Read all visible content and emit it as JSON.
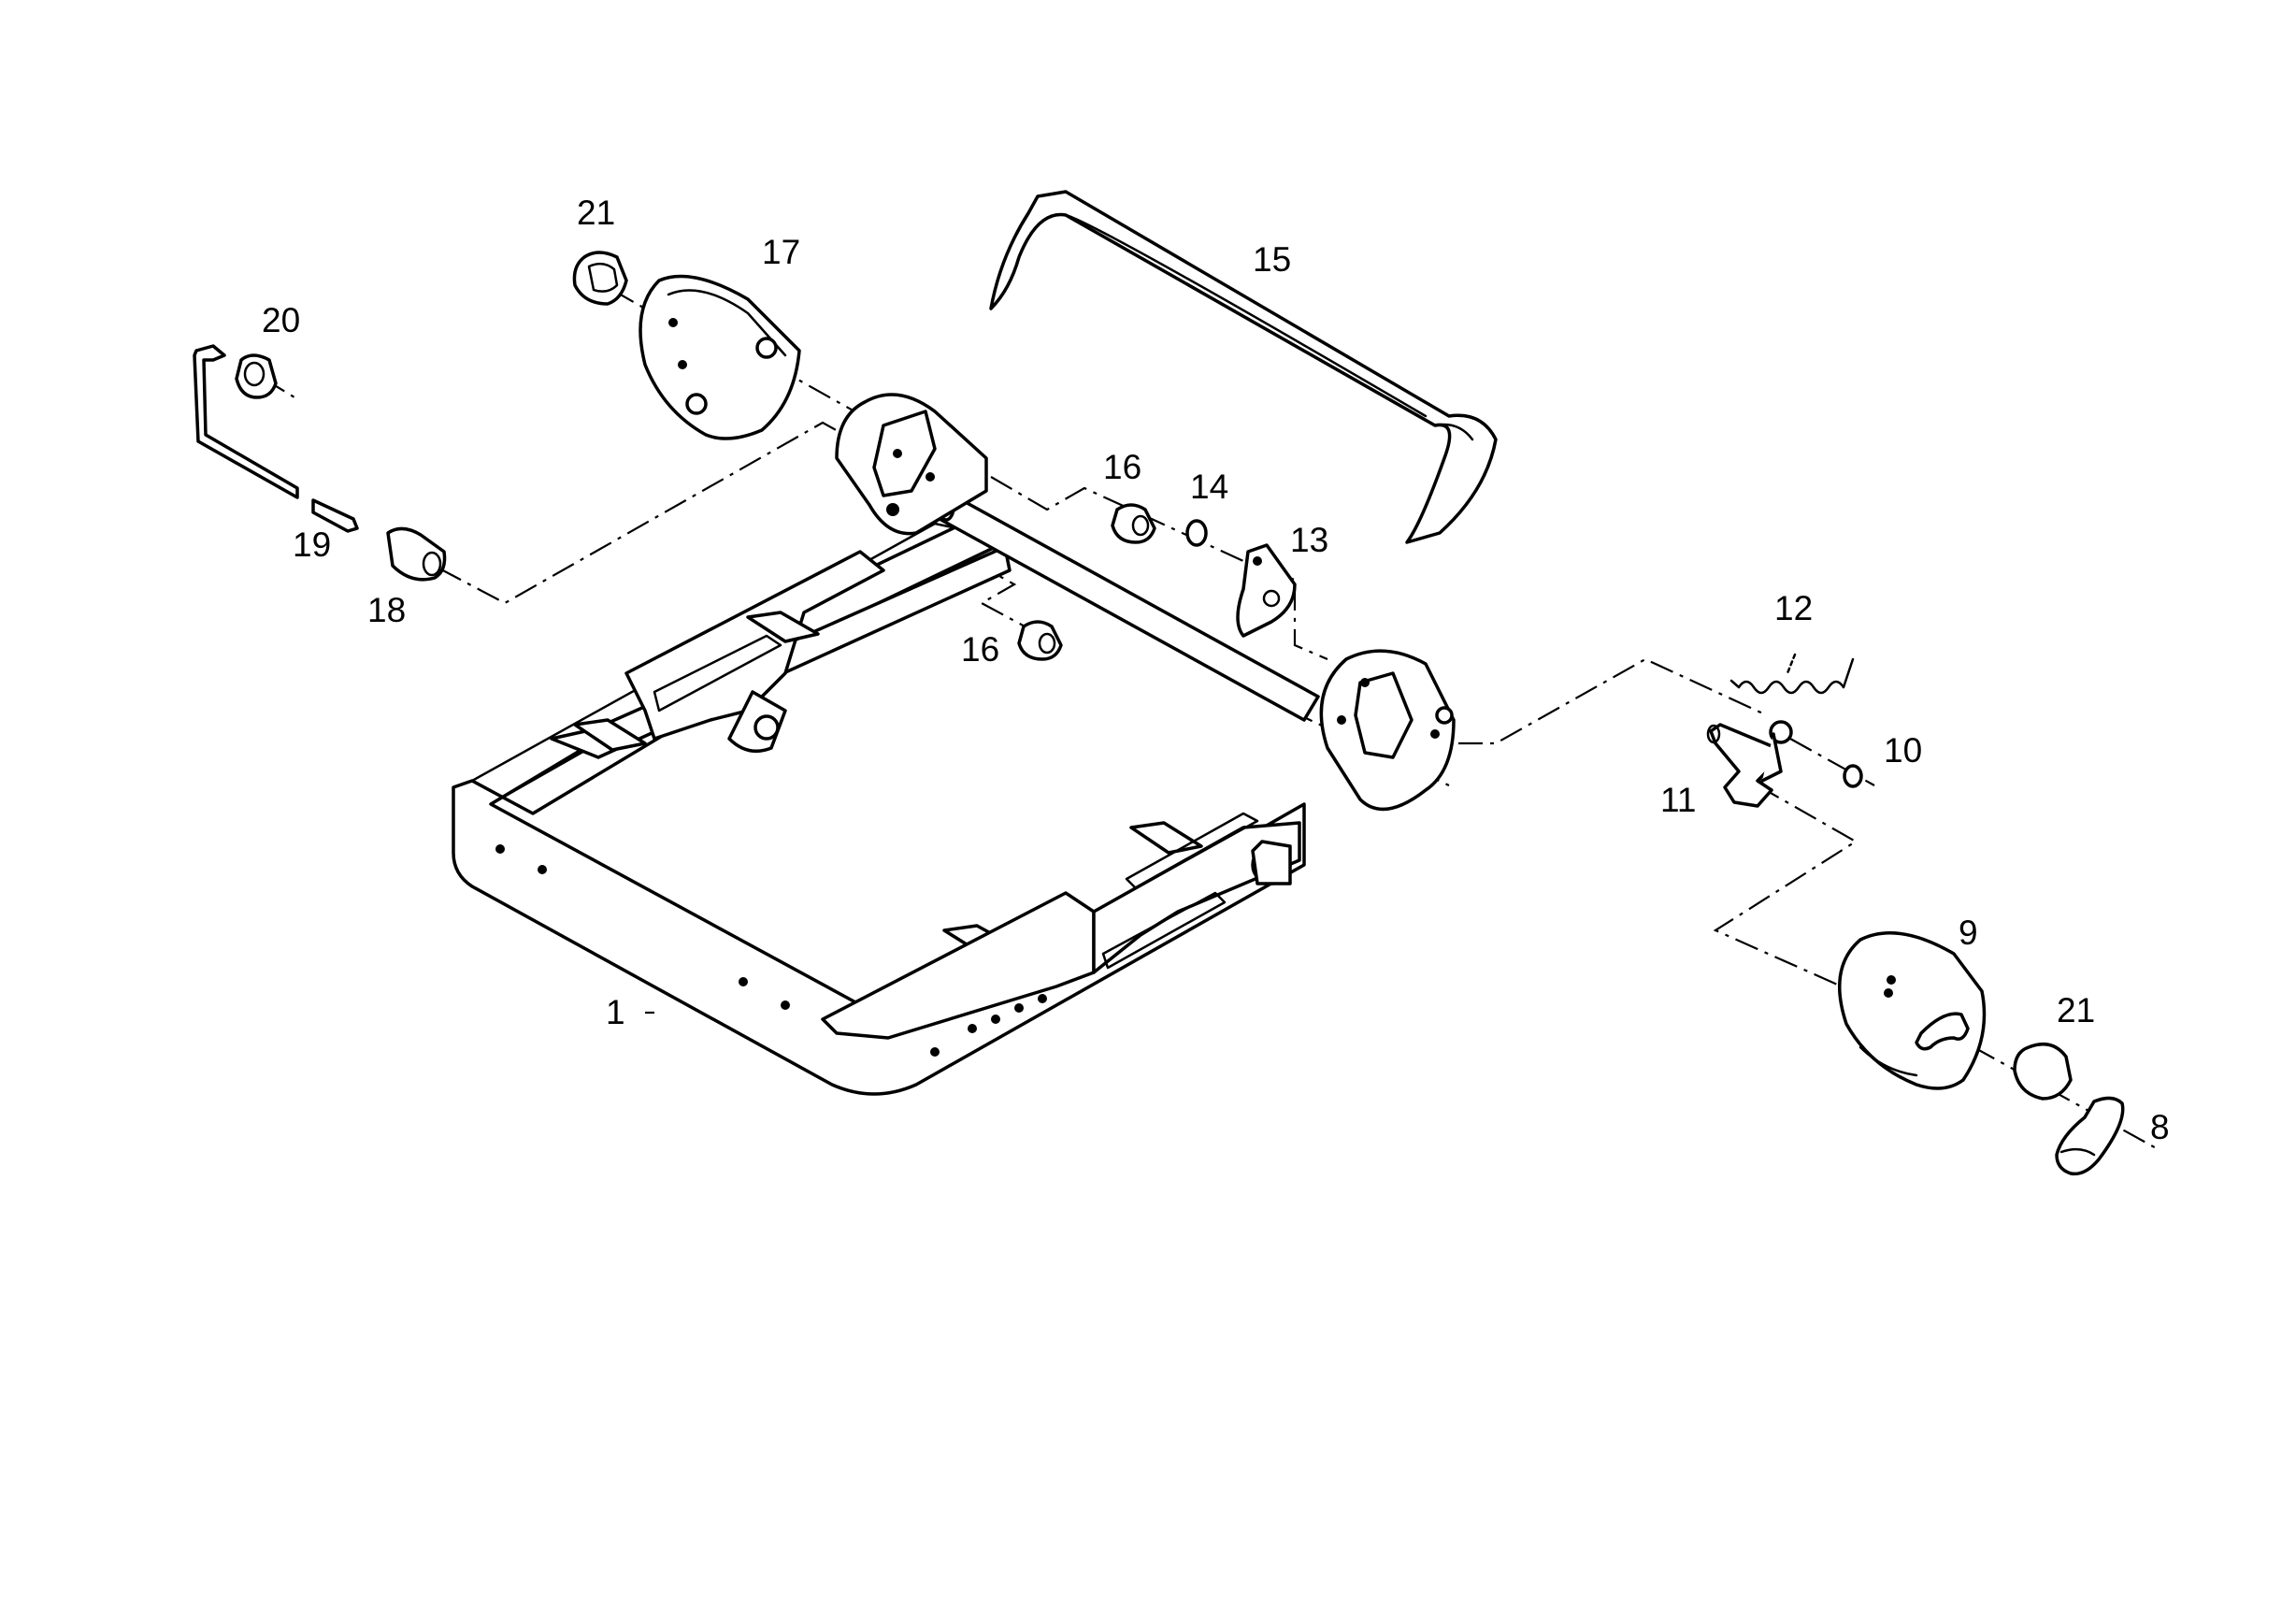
{
  "callouts": [
    {
      "id": "c1",
      "label": "1"
    },
    {
      "id": "c8",
      "label": "8"
    },
    {
      "id": "c9",
      "label": "9"
    },
    {
      "id": "c10",
      "label": "10"
    },
    {
      "id": "c11",
      "label": "11"
    },
    {
      "id": "c12",
      "label": "12"
    },
    {
      "id": "c13",
      "label": "13"
    },
    {
      "id": "c14",
      "label": "14"
    },
    {
      "id": "c15",
      "label": "15"
    },
    {
      "id": "c16a",
      "label": "16"
    },
    {
      "id": "c16b",
      "label": "16"
    },
    {
      "id": "c17",
      "label": "17"
    },
    {
      "id": "c18",
      "label": "18"
    },
    {
      "id": "c19",
      "label": "19"
    },
    {
      "id": "c20",
      "label": "20"
    },
    {
      "id": "c21a",
      "label": "21"
    },
    {
      "id": "c21b",
      "label": "21"
    }
  ],
  "colors": {
    "line": "#000000",
    "background": "#ffffff"
  }
}
